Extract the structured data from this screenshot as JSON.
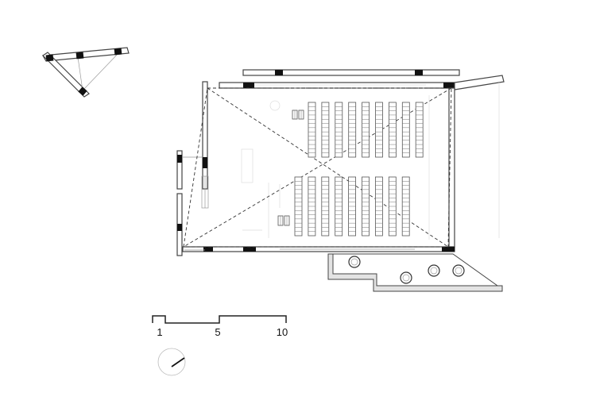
{
  "scale_bar": {
    "labels": [
      "1",
      "5",
      "10"
    ]
  },
  "north_arrow": {
    "icon": "north-arrow-icon"
  },
  "seating": {
    "upper_block": {
      "columns": 9,
      "rows": 13
    },
    "lower_block": {
      "columns": 9,
      "rows": 14
    }
  },
  "colors": {
    "wall_outline": "#444444",
    "column_fill": "#111111",
    "paving_fill": "#e3e3e3"
  }
}
